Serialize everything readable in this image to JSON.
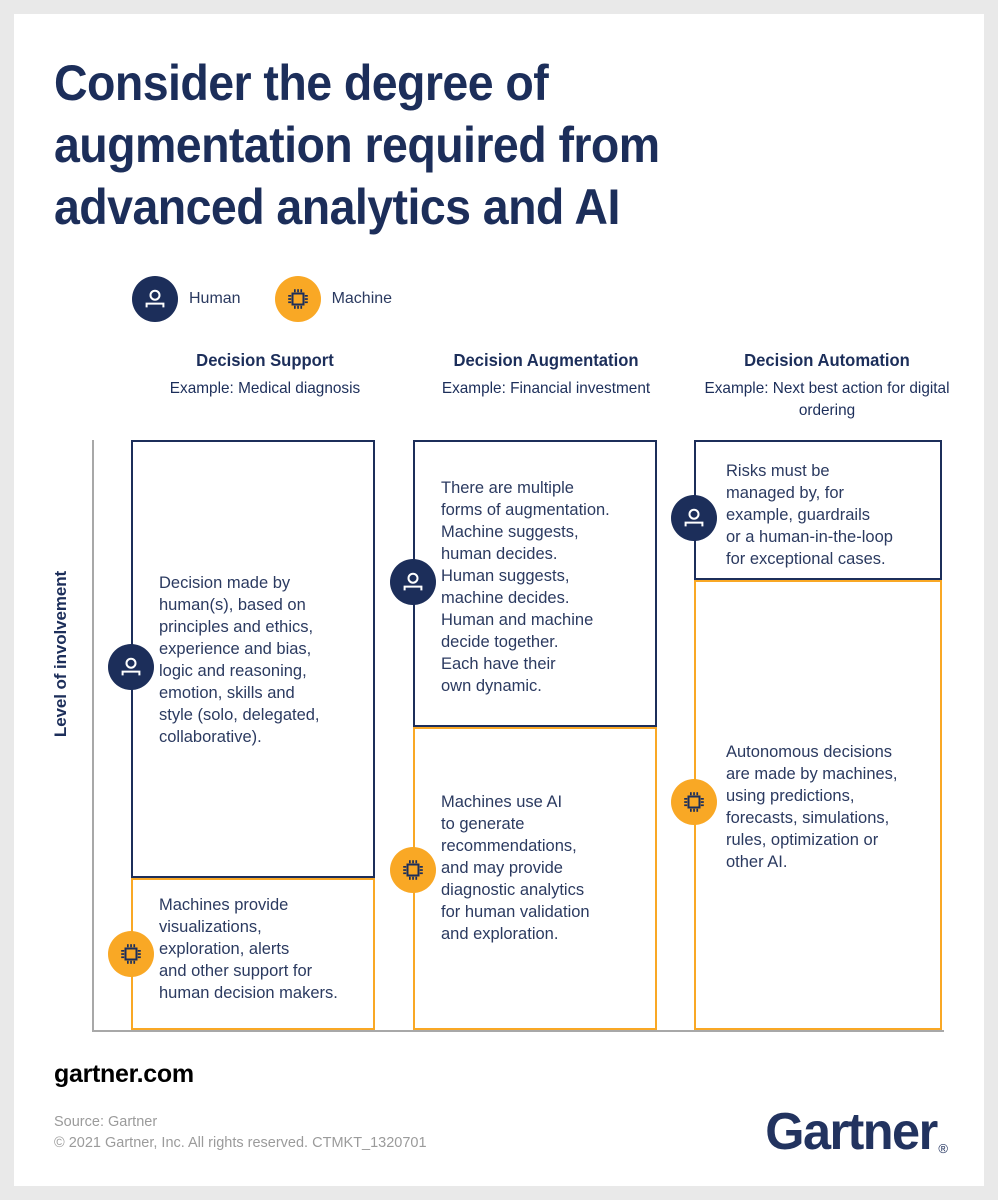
{
  "title": "Consider the degree of\naugmentation required from\nadvanced analytics and AI",
  "legend": {
    "human": {
      "label": "Human",
      "icon": "person-icon",
      "color": "#1c2e5a"
    },
    "machine": {
      "label": "Machine",
      "icon": "cpu-chip-icon",
      "color": "#f9a825"
    }
  },
  "axis": {
    "y_label": "Level of involvement"
  },
  "columns": [
    {
      "title": "Decision Support",
      "example": "Example: Medical diagnosis",
      "human_text": "Decision made by\nhuman(s), based on\nprinciples and ethics,\nexperience and bias,\nlogic and reasoning,\nemotion, skills and\nstyle (solo, delegated,\ncollaborative).",
      "machine_text": "Machines provide\nvisualizations,\nexploration, alerts\nand other support for\nhuman decision makers."
    },
    {
      "title": "Decision Augmentation",
      "example": "Example: Financial\ninvestment",
      "human_text": "There are multiple\nforms of augmentation.\nMachine suggests,\nhuman decides.\nHuman suggests,\nmachine decides.\nHuman and machine\ndecide together.\nEach have their\nown dynamic.",
      "machine_text": "Machines use AI\nto generate\nrecommendations,\nand may provide\ndiagnostic analytics\nfor human validation\nand exploration."
    },
    {
      "title": "Decision Automation",
      "example": "Example: Next best action\nfor digital ordering",
      "human_text": "Risks must be\nmanaged by, for\nexample, guardrails\nor a human-in-the-loop\nfor exceptional cases.",
      "machine_text": "Autonomous   decisions\nare made by machines,\nusing predictions,\nforecasts, simulations,\nrules, optimization or\nother AI."
    }
  ],
  "footer": {
    "website": "gartner.com",
    "source": "Source: Gartner\n© 2021 Gartner, Inc. All rights reserved. CTMKT_1320701",
    "logo_word": "Gartner",
    "logo_mark": "®"
  }
}
